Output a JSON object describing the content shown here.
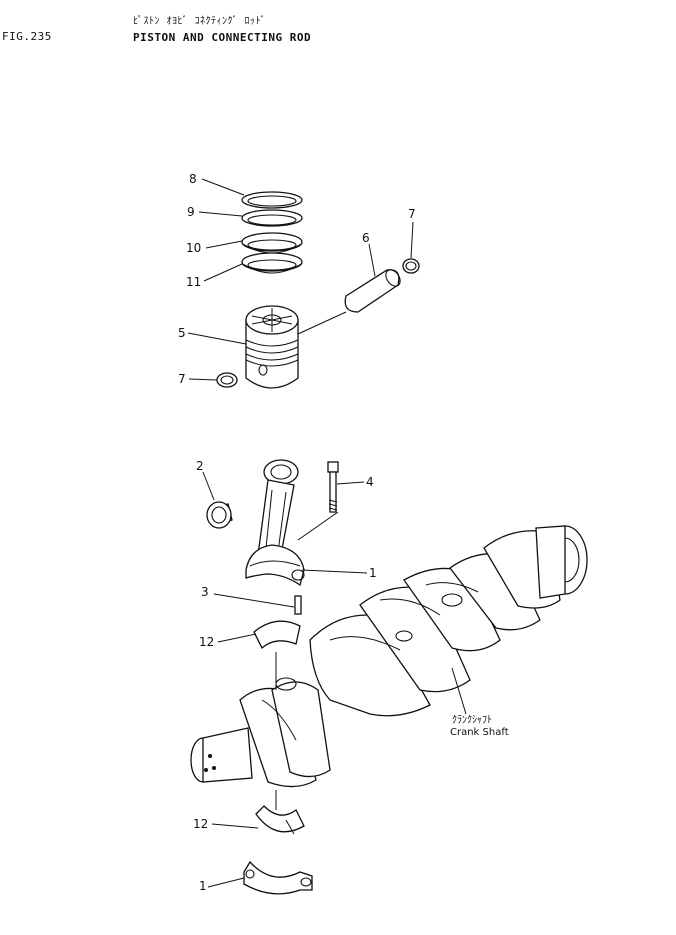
{
  "header": {
    "fig_number": "FIG.235",
    "title_jp": "ﾋﾟｽﾄﾝ ｵﾖﾋﾞ ｺﾈｸﾃｨﾝｸﾞ ﾛｯﾄﾞ",
    "title_en": "PISTON AND CONNECTING ROD"
  },
  "callouts": {
    "c8": "8",
    "c9": "9",
    "c10": "10",
    "c11": "11",
    "c6": "6",
    "c7a": "7",
    "c5": "5",
    "c7b": "7",
    "c2": "2",
    "c4": "4",
    "c1a": "1",
    "c3": "3",
    "c12a": "12",
    "c12b": "12",
    "c1b": "1"
  },
  "crankshaft": {
    "label_jp": "ｸﾗﾝｸｼｬﾌﾄ",
    "label_en": "Crank Shaft"
  }
}
